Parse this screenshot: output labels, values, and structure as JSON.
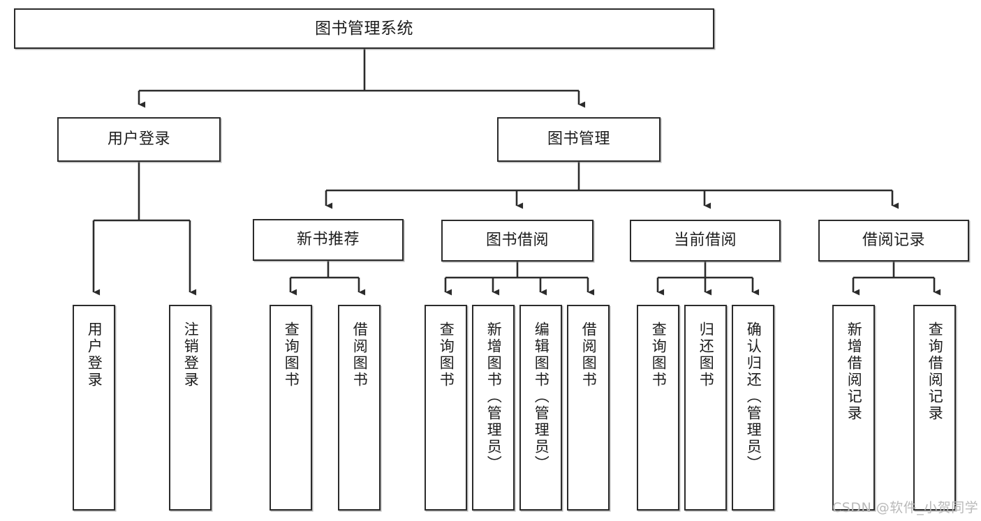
{
  "diagram": {
    "type": "tree-hierarchy-flowchart",
    "title": "图书管理系统",
    "watermark": "CSDN @软件_小贺同学",
    "colors": {
      "box_border": "#2b2b2b",
      "box_fill": "#ffffff",
      "connector": "#2b2b2b",
      "watermark": "#b9b9b9",
      "page_background": "#ffffff"
    },
    "levels": [
      {
        "level": 1,
        "nodes": [
          {
            "id": "root",
            "label": "图书管理系统",
            "orientation": "horizontal"
          }
        ]
      },
      {
        "level": 2,
        "nodes": [
          {
            "id": "user-login",
            "label": "用户登录",
            "orientation": "horizontal",
            "parent": "root"
          },
          {
            "id": "book-manage",
            "label": "图书管理",
            "orientation": "horizontal",
            "parent": "root"
          }
        ]
      },
      {
        "level": 3,
        "nodes": [
          {
            "id": "new-book-rec",
            "label": "新书推荐",
            "orientation": "horizontal",
            "parent": "book-manage"
          },
          {
            "id": "book-borrow",
            "label": "图书借阅",
            "orientation": "horizontal",
            "parent": "book-manage"
          },
          {
            "id": "current-borrow",
            "label": "当前借阅",
            "orientation": "horizontal",
            "parent": "book-manage"
          },
          {
            "id": "borrow-record",
            "label": "借阅记录",
            "orientation": "horizontal",
            "parent": "book-manage"
          }
        ]
      },
      {
        "level": 4,
        "nodes": [
          {
            "id": "leaf-user-login",
            "label": "用户登录",
            "orientation": "vertical",
            "parent": "user-login"
          },
          {
            "id": "leaf-logout",
            "label": "注销登录",
            "orientation": "vertical",
            "parent": "user-login"
          },
          {
            "id": "leaf-query-book-1",
            "label": "查询图书",
            "orientation": "vertical",
            "parent": "new-book-rec"
          },
          {
            "id": "leaf-borrow-book-1",
            "label": "借阅图书",
            "orientation": "vertical",
            "parent": "new-book-rec"
          },
          {
            "id": "leaf-query-book-2",
            "label": "查询图书",
            "orientation": "vertical",
            "parent": "book-borrow"
          },
          {
            "id": "leaf-add-book",
            "label": "新增图书（管理员）",
            "orientation": "vertical",
            "parent": "book-borrow"
          },
          {
            "id": "leaf-edit-book",
            "label": "编辑图书（管理员）",
            "orientation": "vertical",
            "parent": "book-borrow"
          },
          {
            "id": "leaf-borrow-book-2",
            "label": "借阅图书",
            "orientation": "vertical",
            "parent": "book-borrow"
          },
          {
            "id": "leaf-query-book-3",
            "label": "查询图书",
            "orientation": "vertical",
            "parent": "current-borrow"
          },
          {
            "id": "leaf-return-book",
            "label": "归还图书",
            "orientation": "vertical",
            "parent": "current-borrow"
          },
          {
            "id": "leaf-confirm-return",
            "label": "确认归还（管理员）",
            "orientation": "vertical",
            "parent": "current-borrow"
          },
          {
            "id": "leaf-add-record",
            "label": "新增借阅记录",
            "orientation": "vertical",
            "parent": "borrow-record"
          },
          {
            "id": "leaf-query-record",
            "label": "查询借阅记录",
            "orientation": "vertical",
            "parent": "borrow-record"
          }
        ]
      }
    ]
  }
}
